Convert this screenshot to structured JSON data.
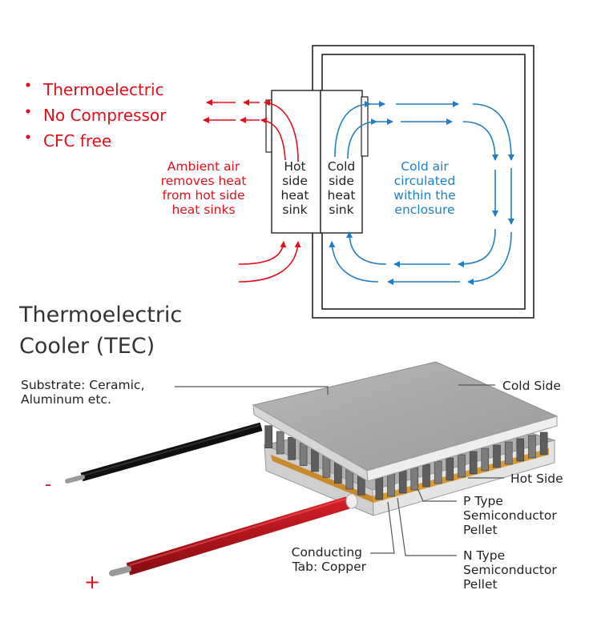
{
  "bullets": [
    "Thermoelectric",
    "No Compressor",
    "CFC free"
  ],
  "ambient_note": [
    "Ambient air",
    "removes heat",
    "from hot side",
    "heat sinks"
  ],
  "hot_sink_label": [
    "Hot",
    "side",
    "heat",
    "sink"
  ],
  "cold_sink_label": [
    "Cold",
    "side",
    "heat",
    "sink"
  ],
  "cold_air_note": [
    "Cold air",
    "circulated",
    "within the",
    "enclosure"
  ],
  "title": [
    "Thermoelectric",
    "Cooler (TEC)"
  ],
  "callouts": {
    "substrate": [
      "Substrate: Ceramic,",
      "Aluminum etc."
    ],
    "cold_side": "Cold Side",
    "hot_side": "Hot Side",
    "p_type": [
      "P Type",
      "Semiconductor",
      "Pellet"
    ],
    "n_type": [
      "N Type",
      "Semiconductor",
      "Pellet"
    ],
    "conducting_tab": [
      "Conducting",
      "Tab: Copper"
    ]
  },
  "polarity": {
    "negative": "-",
    "positive": "+"
  },
  "colors": {
    "hot": "#e0101a",
    "cold": "#1f7fc4",
    "text": "#222222",
    "plate": "#a9a9a9",
    "wire_red": "#b3121a",
    "wire_black": "#161616"
  }
}
